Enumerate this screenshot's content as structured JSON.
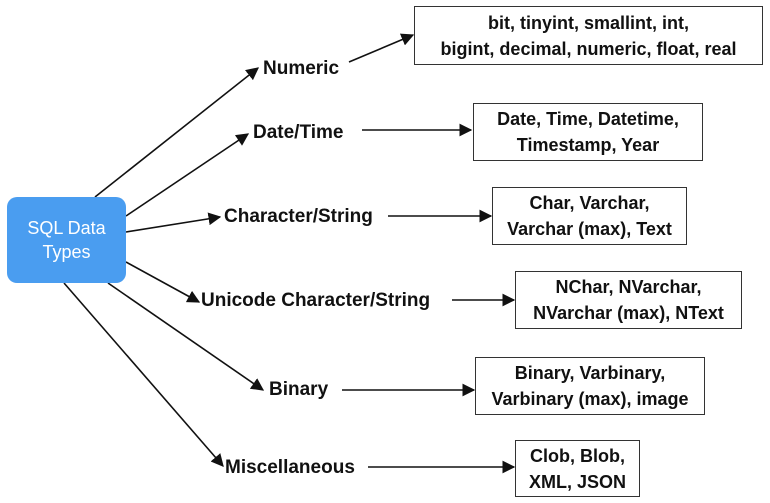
{
  "root": {
    "line1": "SQL Data",
    "line2": "Types"
  },
  "categories": [
    {
      "label": "Numeric",
      "examples": [
        "bit, tinyint, smallint, int,",
        "bigint, decimal, numeric, float, real"
      ]
    },
    {
      "label": "Date/Time",
      "examples": [
        "Date, Time, Datetime,",
        "Timestamp, Year"
      ]
    },
    {
      "label": "Character/String",
      "examples": [
        "Char, Varchar,",
        "Varchar (max), Text"
      ]
    },
    {
      "label": "Unicode Character/String",
      "examples": [
        "NChar, NVarchar,",
        "NVarchar (max), NText"
      ]
    },
    {
      "label": "Binary",
      "examples": [
        "Binary, Varbinary,",
        "Varbinary (max), image"
      ]
    },
    {
      "label": "Miscellaneous",
      "examples": [
        "Clob, Blob,",
        "XML, JSON"
      ]
    }
  ],
  "colors": {
    "root_fill": "#4a9df0",
    "line": "#111111"
  }
}
